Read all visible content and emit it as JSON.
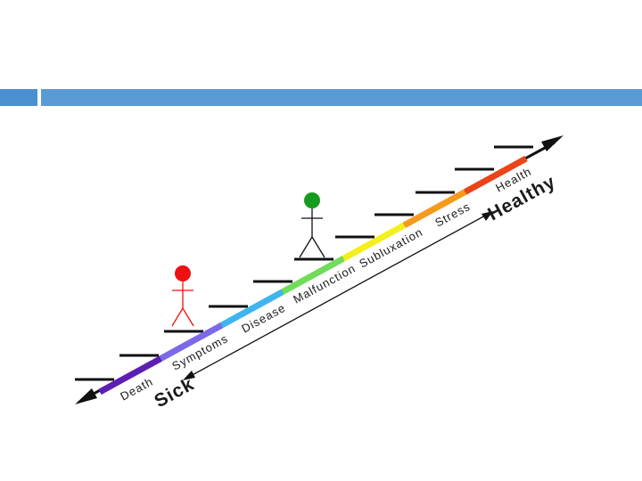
{
  "header": {
    "bar_color": "#5b9bd5",
    "left_block_color": "#4a90d0"
  },
  "diagram": {
    "stages": [
      {
        "label": "Death",
        "color": "#5b1fb3"
      },
      {
        "label": "Symptoms",
        "color": "#7a6ae8"
      },
      {
        "label": "Disease",
        "color": "#3fb4ef"
      },
      {
        "label": "Malfunction",
        "color": "#6fdc5a"
      },
      {
        "label": "Subluxation",
        "color": "#f5ef1c"
      },
      {
        "label": "Stress",
        "color": "#f59a1c"
      },
      {
        "label": "Health",
        "color": "#ea4418"
      }
    ],
    "scale": {
      "low_label": "Sick",
      "high_label": "Healthy"
    },
    "figures": [
      {
        "name": "sick-person",
        "color": "#ee1111"
      },
      {
        "name": "healthy-person",
        "color": "#159b1d"
      }
    ],
    "icons": {
      "step": "stair-step-icon",
      "arrow": "arrowhead-icon",
      "person": "stick-figure-icon"
    }
  }
}
